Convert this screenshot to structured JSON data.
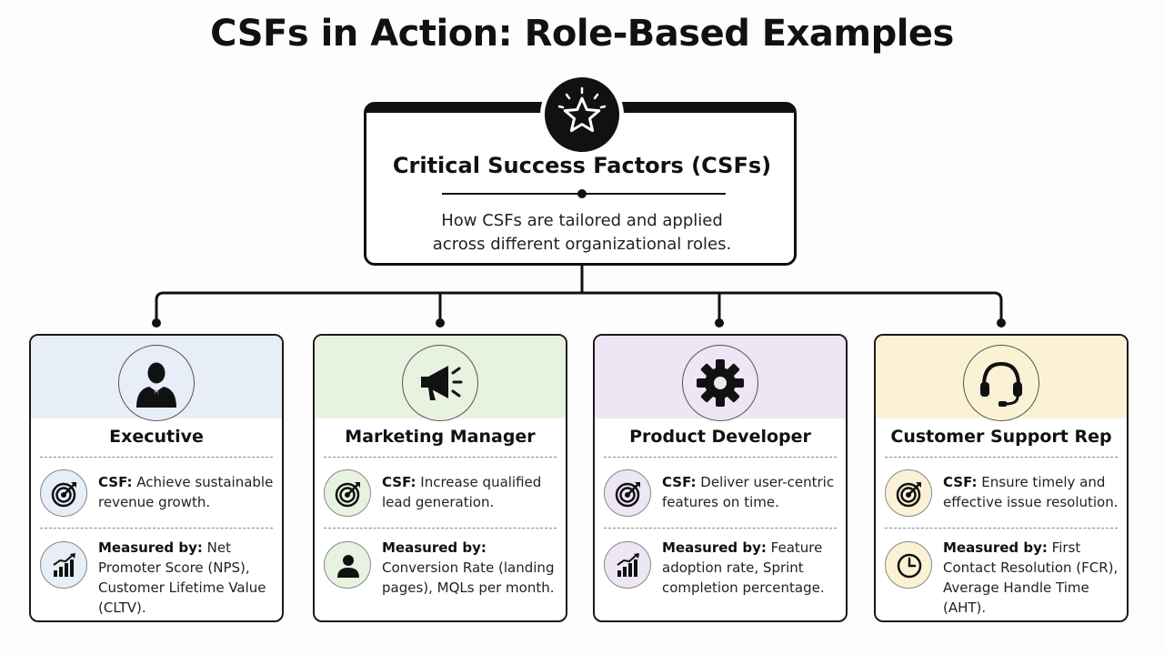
{
  "title": "CSFs in Action: Role-Based Examples",
  "main": {
    "title": "Critical Success Factors (CSFs)",
    "description_line1": "How CSFs are tailored and applied",
    "description_line2": "across different organizational roles."
  },
  "csf_label": "CSF:",
  "measured_label": "Measured by:",
  "roles": [
    {
      "name": "Executive",
      "icon": "executive-icon",
      "color": "#e8eef8",
      "csf": "Achieve sustainable revenue growth.",
      "measured": "Net Promoter Score (NPS), Customer Lifetime Value (CLTV)."
    },
    {
      "name": "Marketing Manager",
      "icon": "megaphone-icon",
      "color": "#e8f2e0",
      "csf": "Increase qualified lead generation.",
      "measured": "Conversion Rate (landing pages), MQLs per month."
    },
    {
      "name": "Product Developer",
      "icon": "gear-icon",
      "color": "#ece6f5",
      "csf": "Deliver user-centric features on time.",
      "measured": "Feature adoption rate, Sprint completion percentage."
    },
    {
      "name": "Customer Support Rep",
      "icon": "headset-icon",
      "color": "#fbf2d6",
      "csf": "Ensure timely and effective issue resolution.",
      "measured": "First Contact Resolution (FCR), Average Handle Time (AHT)."
    }
  ]
}
